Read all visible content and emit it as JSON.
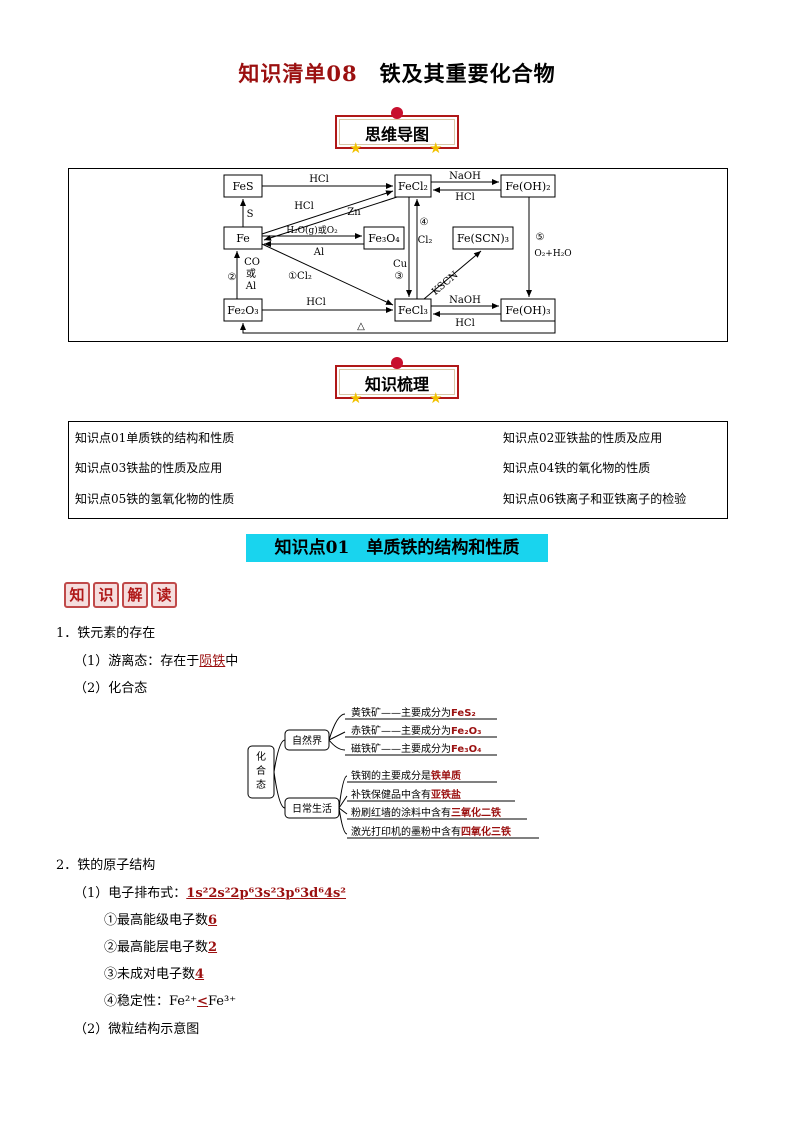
{
  "title": {
    "part1": "知识清单08",
    "part2": "铁及其重要化合物"
  },
  "badge_mindmap": "思维导图",
  "badge_sort": "知识梳理",
  "map": {
    "FeS": "FeS",
    "FeCl2": "FeCl₂",
    "FeOH2": "Fe(OH)₂",
    "Fe": "Fe",
    "Fe3O4": "Fe₃O₄",
    "FeSCN3": "Fe(SCN)₃",
    "Fe2O3": "Fe₂O₃",
    "FeCl3": "FeCl₃",
    "FeOH3": "Fe(OH)₃",
    "l_hcl_top": "HCl",
    "l_naoh_top": "NaOH",
    "l_hcl_top2": "HCl",
    "l_s": "S",
    "l_hcl_mid": "HCl",
    "l_zn": "Zn",
    "l_h2o": "H₂O(g)或O₂",
    "l_al": "Al",
    "l_4": "④",
    "l_cl2": "Cl₂",
    "l_cu": "Cu",
    "l_3": "③",
    "l_kscn": "KSCN",
    "l_5": "⑤",
    "l_o2h2o": "O₂+H₂O",
    "l_2": "②",
    "l_co": "CO",
    "l_huo": "或",
    "l_al2": "Al",
    "l_1cl2": "①Cl₂",
    "l_hcl_bot": "HCl",
    "l_naoh_bot": "NaOH",
    "l_hcl_bot2": "HCl",
    "l_delta": "△"
  },
  "kp": [
    "知识点01单质铁的结构和性质",
    "知识点02亚铁盐的性质及应用",
    "知识点03铁盐的性质及应用",
    "知识点04铁的氧化物的性质",
    "知识点05铁的氢氧化物的性质",
    "知识点06铁离子和亚铁离子的检验"
  ],
  "section_title": "知识点01　单质铁的结构和性质",
  "zsjd": [
    "知",
    "识",
    "解",
    "读"
  ],
  "s1": {
    "heading": "1．铁元素的存在",
    "free_pre": "（1）游离态：存在于",
    "free_ans": "陨铁",
    "free_post": "中",
    "combined": "（2）化合态"
  },
  "tree": {
    "root": "化合态",
    "nature": "自然界",
    "daily": "日常生活",
    "n1_pre": "黄铁矿——主要成分为",
    "n1_ans": "FeS₂",
    "n2_pre": "赤铁矿——主要成分为",
    "n2_ans": "Fe₂O₃",
    "n3_pre": "磁铁矿——主要成分为",
    "n3_ans": "Fe₃O₄",
    "d1_pre": "铁钢的主要成分是",
    "d1_ans": "铁单质",
    "d2_pre": "补铁保健品中含有",
    "d2_ans": "亚铁盐",
    "d3_pre": "粉刷红墙的涂料中含有",
    "d3_ans": "三氧化二铁",
    "d4_pre": "激光打印机的墨粉中含有",
    "d4_ans": "四氧化三铁"
  },
  "s2": {
    "heading": "2．铁的原子结构",
    "cfg_pre": "（1）电子排布式：",
    "cfg_ans": "1s²2s²2p⁶3s²3p⁶3d⁶4s²",
    "a_pre": "①最高能级电子数",
    "a_ans": "6",
    "b_pre": "②最高能层电子数",
    "b_ans": "2",
    "c_pre": "③未成对电子数",
    "c_ans": "4",
    "d_pre": "④稳定性：Fe²⁺",
    "d_ans": "<",
    "d_post": "Fe³⁺",
    "micro": "（2）微粒结构示意图"
  }
}
